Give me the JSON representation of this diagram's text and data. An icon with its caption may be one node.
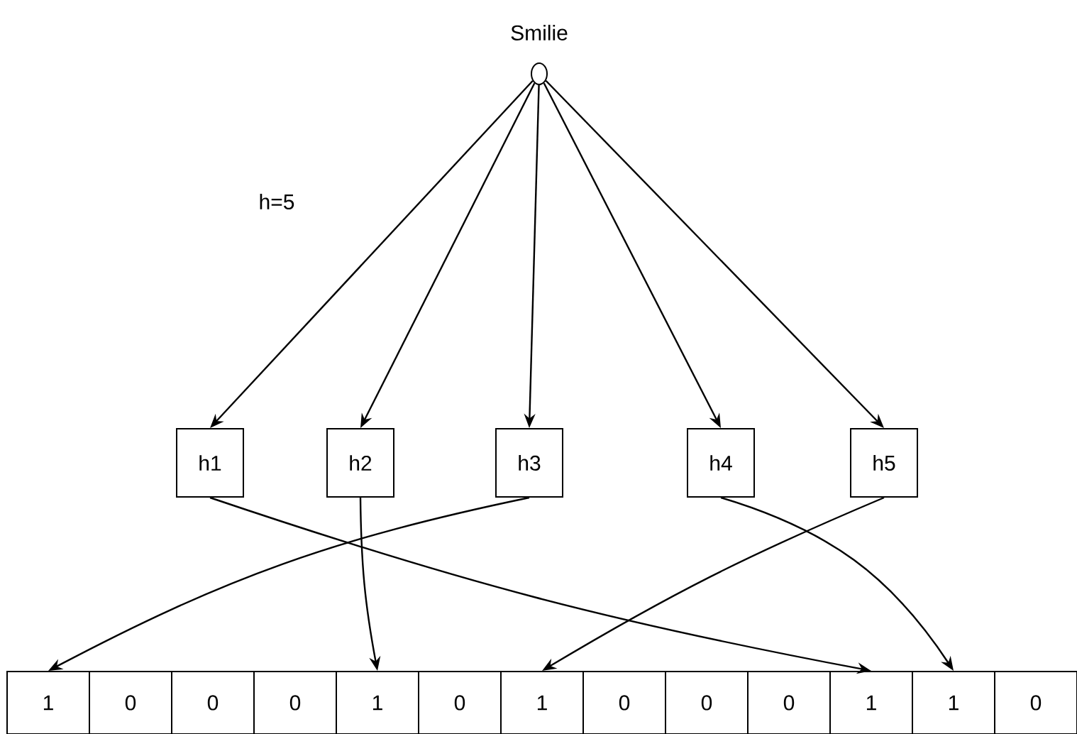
{
  "diagram": {
    "nodes": [
      {
        "text": [],
        "shape": "circle",
        "beside": [
          "Smilie"
        ]
      },
      {
        "text": [
          "h1"
        ]
      },
      {
        "text": [
          "h2"
        ]
      },
      {
        "text": [
          "h3"
        ]
      },
      {
        "text": [
          "h4"
        ]
      },
      {
        "text": [
          "h5"
        ]
      },
      {
        "text": [
          "1"
        ]
      },
      {
        "text": [
          "0"
        ]
      },
      {
        "text": [
          "0"
        ]
      },
      {
        "text": [
          "0"
        ]
      },
      {
        "text": [
          "1"
        ]
      },
      {
        "text": [
          "0"
        ]
      },
      {
        "text": [
          "1"
        ]
      },
      {
        "text": [
          "0"
        ]
      },
      {
        "text": [
          "0"
        ]
      },
      {
        "text": [
          "0"
        ]
      },
      {
        "text": [
          "1"
        ]
      },
      {
        "text": [
          "1"
        ]
      },
      {
        "text": [
          "0"
        ]
      }
    ],
    "edges": [
      {
        "from": 0,
        "to": 1,
        "arrow": "to"
      },
      {
        "from": 0,
        "to": 2,
        "arrow": "to"
      },
      {
        "from": 0,
        "to": 3,
        "arrow": "to"
      },
      {
        "from": 0,
        "to": 4,
        "arrow": "to"
      },
      {
        "from": 0,
        "to": 5,
        "arrow": "to"
      },
      {
        "from": 1,
        "to": 16,
        "arrow": "to"
      },
      {
        "from": 2,
        "to": 10,
        "arrow": "to"
      },
      {
        "from": 3,
        "to": 6,
        "arrow": "to"
      },
      {
        "from": 4,
        "to": 17,
        "arrow": "to"
      },
      {
        "from": 5,
        "to": 12,
        "arrow": "to"
      }
    ],
    "labels": [
      "h=5"
    ]
  }
}
